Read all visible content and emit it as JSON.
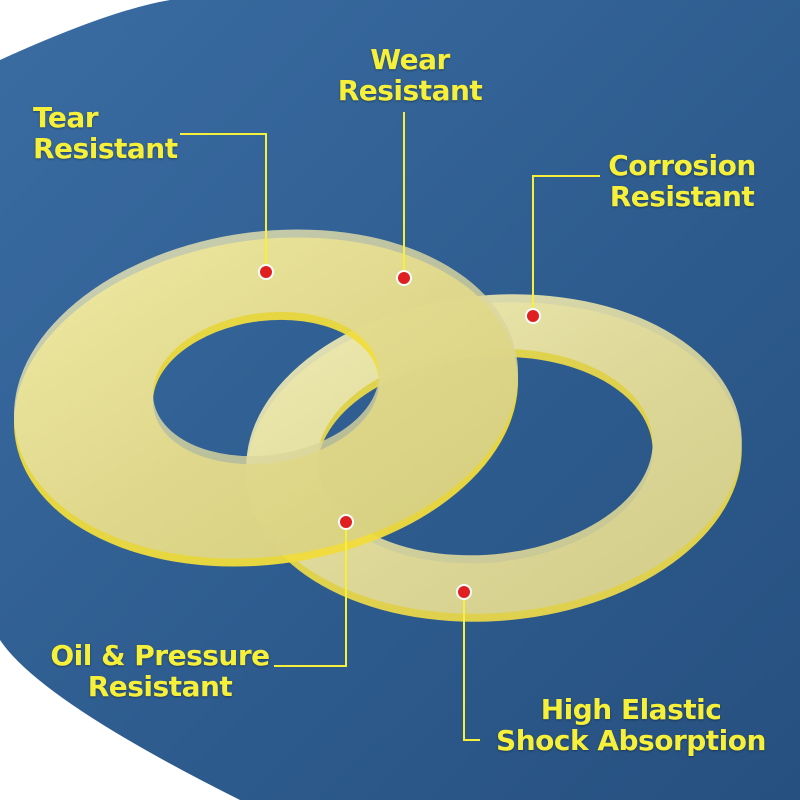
{
  "colors": {
    "background_blue": "#2e5c8f",
    "accent_yellow": "#f6f03a",
    "marker_red": "#e02020",
    "ring_fill": "#e8e4a0"
  },
  "labels": {
    "tear": [
      "Tear",
      "Resistant"
    ],
    "wear": [
      "Wear",
      "Resistant"
    ],
    "corrosion": [
      "Corrosion",
      "Resistant"
    ],
    "oil": [
      "Oil & Pressure",
      "Resistant"
    ],
    "elastic": [
      "High Elastic",
      "Shock Absorption"
    ]
  }
}
